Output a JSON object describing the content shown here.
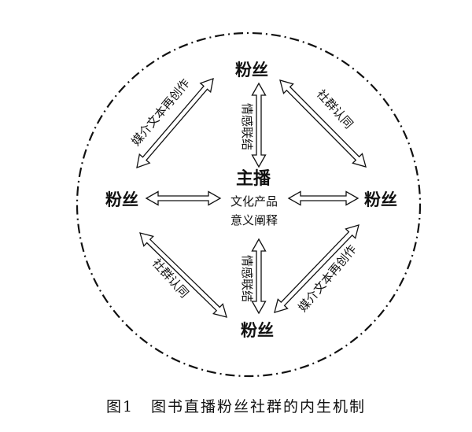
{
  "diagram": {
    "center": {
      "title": "主播",
      "line1": "文化产品",
      "line2": "意义阐释"
    },
    "nodes": {
      "top": "粉丝",
      "left": "粉丝",
      "right": "粉丝",
      "bottom": "粉丝"
    },
    "edge_labels": {
      "top_vertical": "情感联结",
      "bottom_vertical": "情感联结",
      "top_left": "媒介文本再创作",
      "top_right": "社群认同",
      "bottom_left": "社群认同",
      "bottom_right": "媒介文本再创作"
    }
  },
  "caption": {
    "figure_number": "图1",
    "title": "图书直播粉丝社群的内生机制"
  }
}
